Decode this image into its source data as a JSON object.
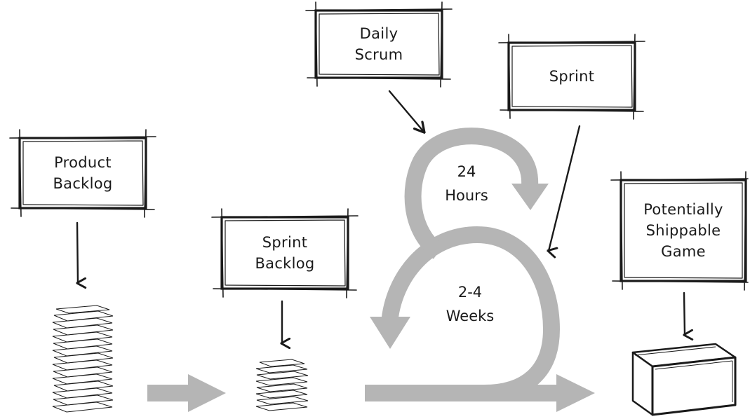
{
  "colors": {
    "ink": "#1a1a1a",
    "flow": "#b5b5b5",
    "paper": "#ffffff"
  },
  "boxes": {
    "daily_scrum": {
      "line1": "Daily",
      "line2": "Scrum"
    },
    "sprint": {
      "line1": "Sprint"
    },
    "product_backlog": {
      "line1": "Product",
      "line2": "Backlog"
    },
    "sprint_backlog": {
      "line1": "Sprint",
      "line2": "Backlog"
    },
    "potentially_shippable_game": {
      "line1": "Potentially",
      "line2": "Shippable",
      "line3": "Game"
    }
  },
  "cycles": {
    "daily": {
      "line1": "24",
      "line2": "Hours"
    },
    "sprint": {
      "line1": "2-4",
      "line2": "Weeks"
    }
  },
  "icons": {
    "product_backlog_stack": "paper-stack-icon",
    "sprint_backlog_stack": "paper-stack-icon",
    "game_box": "box-icon"
  }
}
